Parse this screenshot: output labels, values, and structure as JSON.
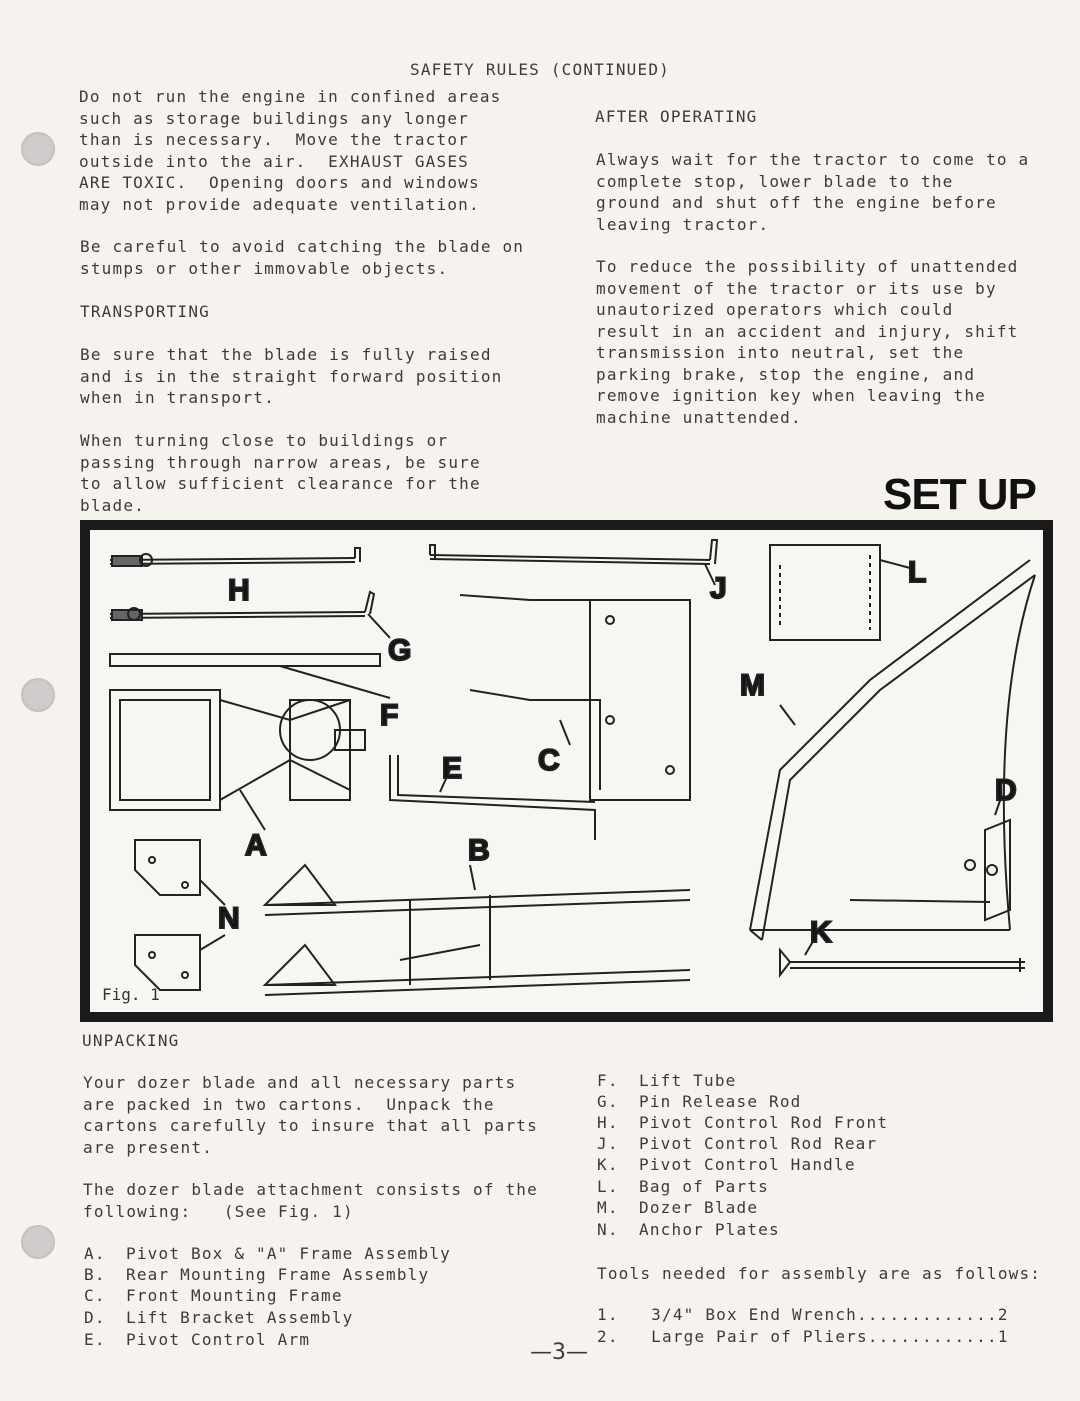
{
  "header": {
    "title": "SAFETY RULES (CONTINUED)"
  },
  "left_col": {
    "para1": "Do not run the engine in confined areas\nsuch as storage buildings any longer\nthan is necessary.  Move the tractor\noutside into the air.  EXHAUST GASES\nARE TOXIC.  Opening doors and windows\nmay not provide adequate ventilation.",
    "para2": "Be careful to avoid catching the blade on\nstumps or other immovable objects.",
    "transporting_heading": "TRANSPORTING",
    "para3": "Be sure that the blade is fully raised\nand is in the straight forward position\nwhen in transport.",
    "para4": "When turning close to buildings or\npassing through narrow areas, be sure\nto allow sufficient clearance for the\nblade."
  },
  "right_col": {
    "after_heading": "AFTER OPERATING",
    "para1": "Always wait for the tractor to come to a\ncomplete stop, lower blade to the\nground and shut off the engine before\nleaving tractor.",
    "para2": "To reduce the possibility of unattended\nmovement of the tractor or its use by\nunautorized operators which could\nresult in an accident and injury, shift\ntransmission into neutral, set the\nparking brake, stop the engine, and\nremove ignition key when leaving the\nmachine unattended."
  },
  "setup_title": "SET UP",
  "figure": {
    "caption": "Fig. 1",
    "labels": {
      "H": "H",
      "G": "G",
      "F": "F",
      "E": "E",
      "C": "C",
      "A": "A",
      "B": "B",
      "N": "N",
      "J": "J",
      "L": "L",
      "M": "M",
      "D": "D",
      "K": "K"
    }
  },
  "unpacking": {
    "heading": "UNPACKING",
    "para1": "Your dozer blade and all necessary parts\nare packed in two cartons.  Unpack the\ncartons carefully to insure that all parts\nare present.",
    "para2": "The dozer blade attachment consists of the\nfollowing:   (See Fig. 1)"
  },
  "parts_left": [
    {
      "letter": "A.",
      "name": "Pivot Box & \"A\" Frame Assembly"
    },
    {
      "letter": "B.",
      "name": "Rear Mounting Frame Assembly"
    },
    {
      "letter": "C.",
      "name": "Front Mounting Frame"
    },
    {
      "letter": "D.",
      "name": "Lift Bracket Assembly"
    },
    {
      "letter": "E.",
      "name": "Pivot Control Arm"
    }
  ],
  "parts_right": [
    {
      "letter": "F.",
      "name": "Lift Tube"
    },
    {
      "letter": "G.",
      "name": "Pin Release Rod"
    },
    {
      "letter": "H.",
      "name": "Pivot Control Rod Front"
    },
    {
      "letter": "J.",
      "name": "Pivot Control Rod Rear"
    },
    {
      "letter": "K.",
      "name": "Pivot Control Handle"
    },
    {
      "letter": "L.",
      "name": "Bag of Parts"
    },
    {
      "letter": "M.",
      "name": "Dozer Blade"
    },
    {
      "letter": "N.",
      "name": "Anchor Plates"
    }
  ],
  "tools": {
    "heading": "Tools needed for assembly are as follows:",
    "items": [
      "1.   3/4\" Box End Wrench.............2",
      "2.   Large Pair of Pliers............1"
    ]
  },
  "page_number": "—3—"
}
